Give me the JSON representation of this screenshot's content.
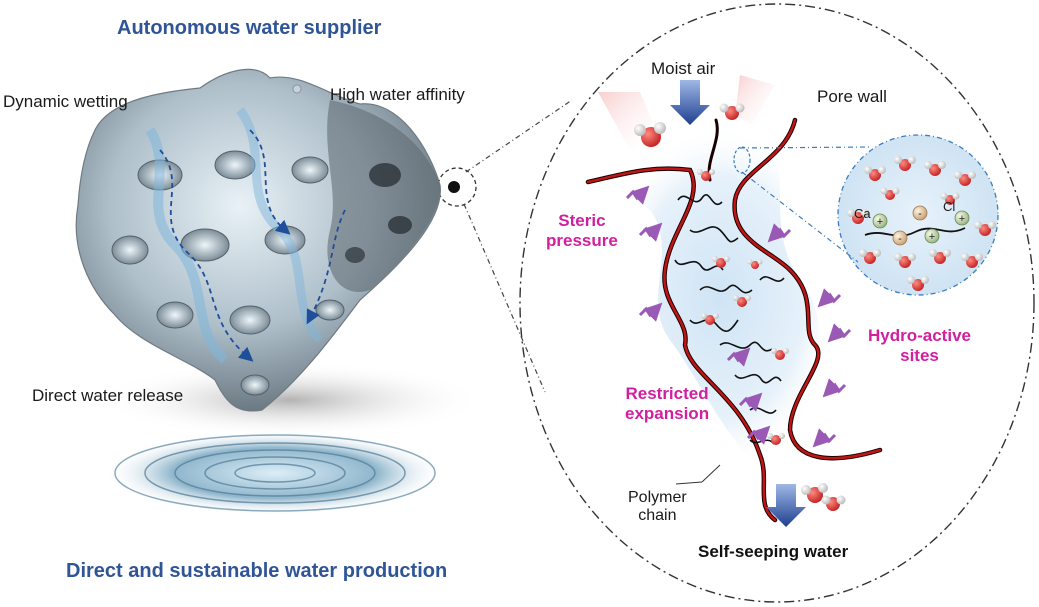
{
  "labels": {
    "top_title": "Autonomous water supplier",
    "bottom_title": "Direct and sustainable water production",
    "dynamic_wetting": "Dynamic wetting",
    "high_water_affinity": "High water affinity",
    "direct_water_release": "Direct water release",
    "moist_air": "Moist air",
    "pore_wall": "Pore wall",
    "steric_pressure": "Steric\npressure",
    "hydro_active_sites": "Hydro-active\nsites",
    "restricted_expansion": "Restricted\nexpansion",
    "polymer_chain": "Polymer\nchain",
    "self_seeping_water": "Self-seeping water",
    "ca": "Ca",
    "cl": "Cl"
  },
  "colors": {
    "title_blue": "#2f5597",
    "highlight_pink": "#d11fa0",
    "pore_wall_red": "#b01010",
    "arrow_purple": "#9b59b6",
    "arrow_blue": "#1f3f8f",
    "water_red": "#e03c31"
  }
}
